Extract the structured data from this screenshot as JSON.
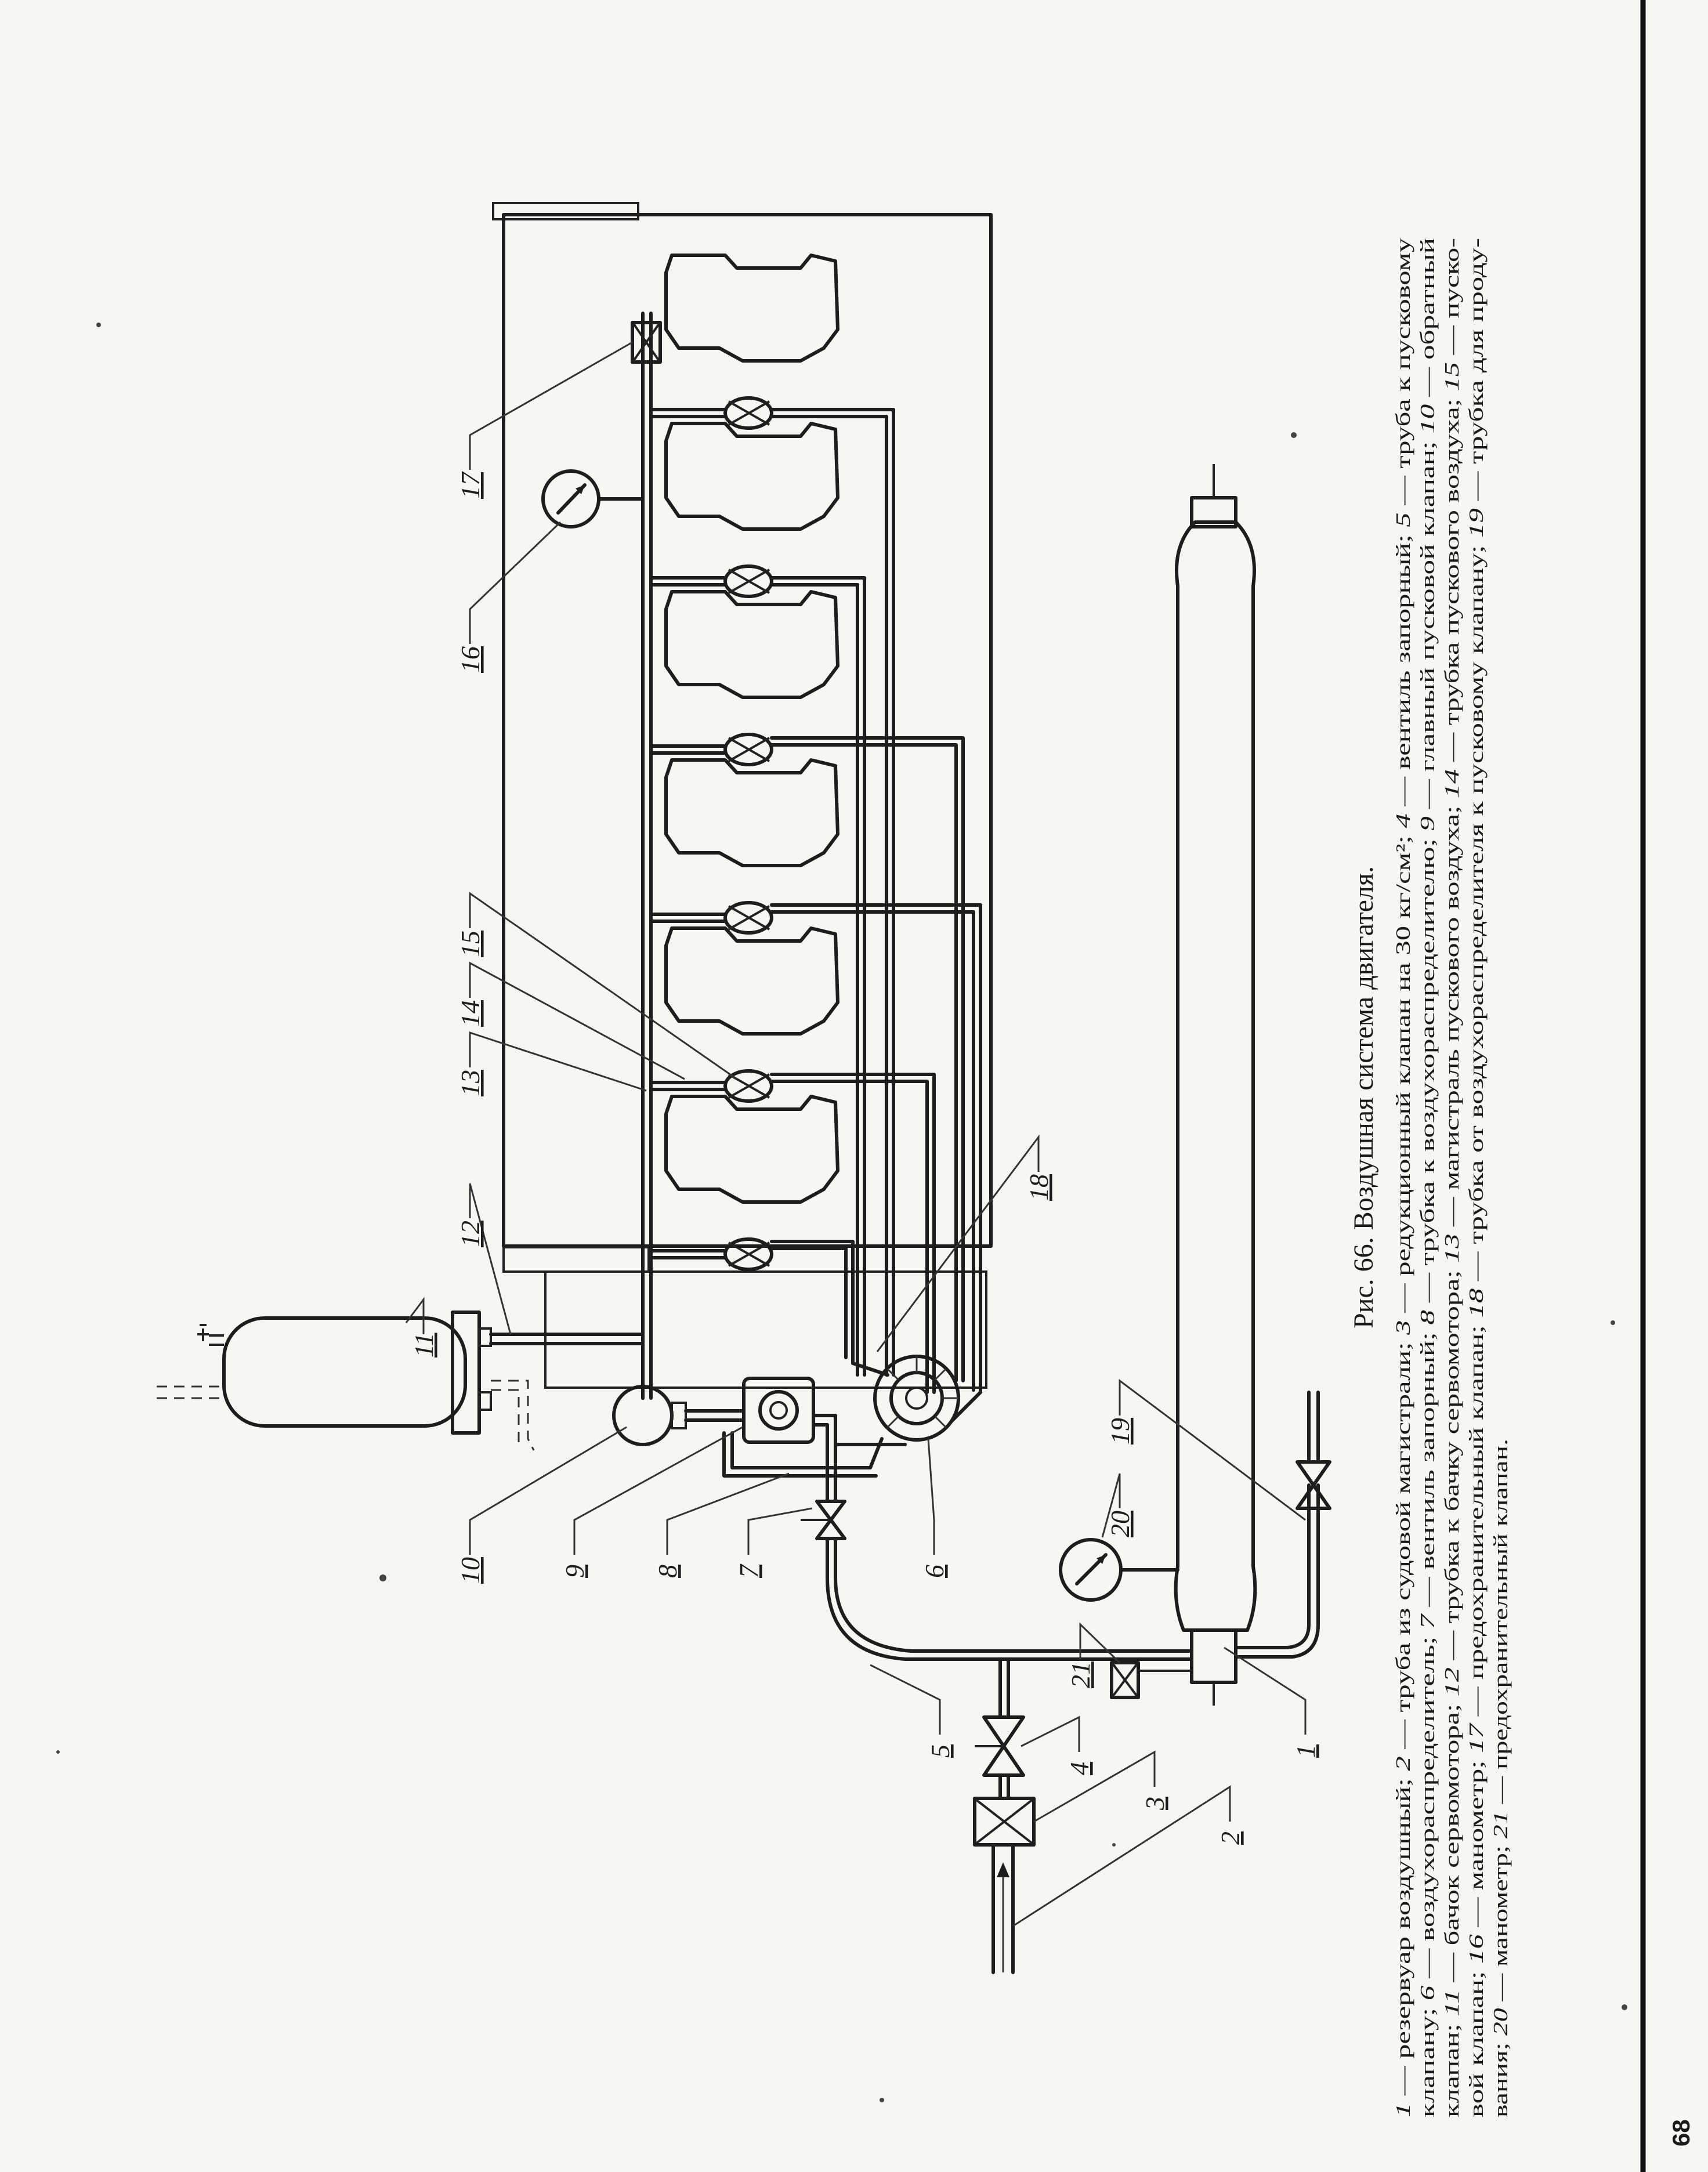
{
  "figure": {
    "caption_title": "Рис. 66. Воздушная система двигателя.",
    "legend_lines": [
      [
        {
          "n": "1",
          "t": " — резервуар воздушный; "
        },
        {
          "n": "2",
          "t": " — труба из судовой магистрали; "
        },
        {
          "n": "3",
          "t": " — редукционный клапан на 30 кг/см²; "
        },
        {
          "n": "4",
          "t": " — вентиль запорный; "
        },
        {
          "n": "5",
          "t": " — труба к пусковому"
        }
      ],
      [
        {
          "n": "",
          "t": "клапану; "
        },
        {
          "n": "6",
          "t": " — воздухораспределитель; "
        },
        {
          "n": "7",
          "t": " — вентиль запорный; "
        },
        {
          "n": "8",
          "t": " — трубка к воздухораспределителю; "
        },
        {
          "n": "9",
          "t": " — главный пусковой клапан; "
        },
        {
          "n": "10",
          "t": " — обратный"
        }
      ],
      [
        {
          "n": "",
          "t": "клапан; "
        },
        {
          "n": "11",
          "t": " — бачок сервомотора; "
        },
        {
          "n": "12",
          "t": " — трубка к бачку сервомотора; "
        },
        {
          "n": "13",
          "t": " — магистраль пускового воздуха; "
        },
        {
          "n": "14",
          "t": " — трубка пускового воздуха; "
        },
        {
          "n": "15",
          "t": " — пуско-"
        }
      ],
      [
        {
          "n": "",
          "t": "вой клапан; "
        },
        {
          "n": "16",
          "t": " — манометр; "
        },
        {
          "n": "17",
          "t": " — предохранительный клапан; "
        },
        {
          "n": "18",
          "t": " — трубка от воздухораспределителя к пусковому клапану; "
        },
        {
          "n": "19",
          "t": " — трубка для проду-"
        }
      ],
      [
        {
          "n": "",
          "t": "вания; "
        },
        {
          "n": "20",
          "t": " — манометр; "
        },
        {
          "n": "21",
          "t": " — предохранительный клапан."
        }
      ]
    ],
    "callouts": [
      "1",
      "2",
      "3",
      "4",
      "5",
      "6",
      "7",
      "8",
      "9",
      "10",
      "11",
      "12",
      "13",
      "14",
      "15",
      "16",
      "17",
      "18",
      "19",
      "20",
      "21"
    ]
  },
  "page_number": "68"
}
